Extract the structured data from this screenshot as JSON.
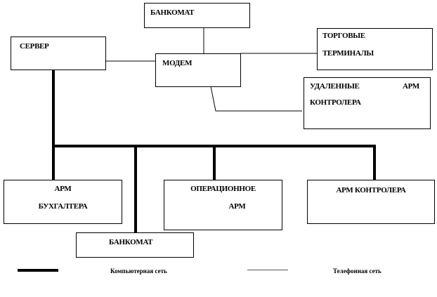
{
  "nodes": {
    "atm_top": {
      "label": "БАНКОМАТ"
    },
    "server": {
      "label": "СЕРВЕР"
    },
    "modem": {
      "label": "МОДЕМ"
    },
    "trade_terminals": {
      "line1": "ТОРГОВЫЕ",
      "line2": "ТЕРМИНАЛЫ"
    },
    "remote_controller": {
      "line1a": "УДАЛЕННЫЕ",
      "line1b": "АРМ",
      "line2": "КОНТРОЛЕРА"
    },
    "accountant": {
      "line1": "АРМ",
      "line2": "БУХГАЛТЕРА"
    },
    "operational": {
      "line1": "ОПЕРАЦИОННОЕ",
      "line2": "АРМ"
    },
    "controller": {
      "label": "АРМ КОНТРОЛЕРА"
    },
    "atm_bottom": {
      "label": "БАНКОМАТ"
    }
  },
  "legend": {
    "computer_network": "Компьютерная сеть",
    "phone_network": "Телефонная сеть"
  }
}
